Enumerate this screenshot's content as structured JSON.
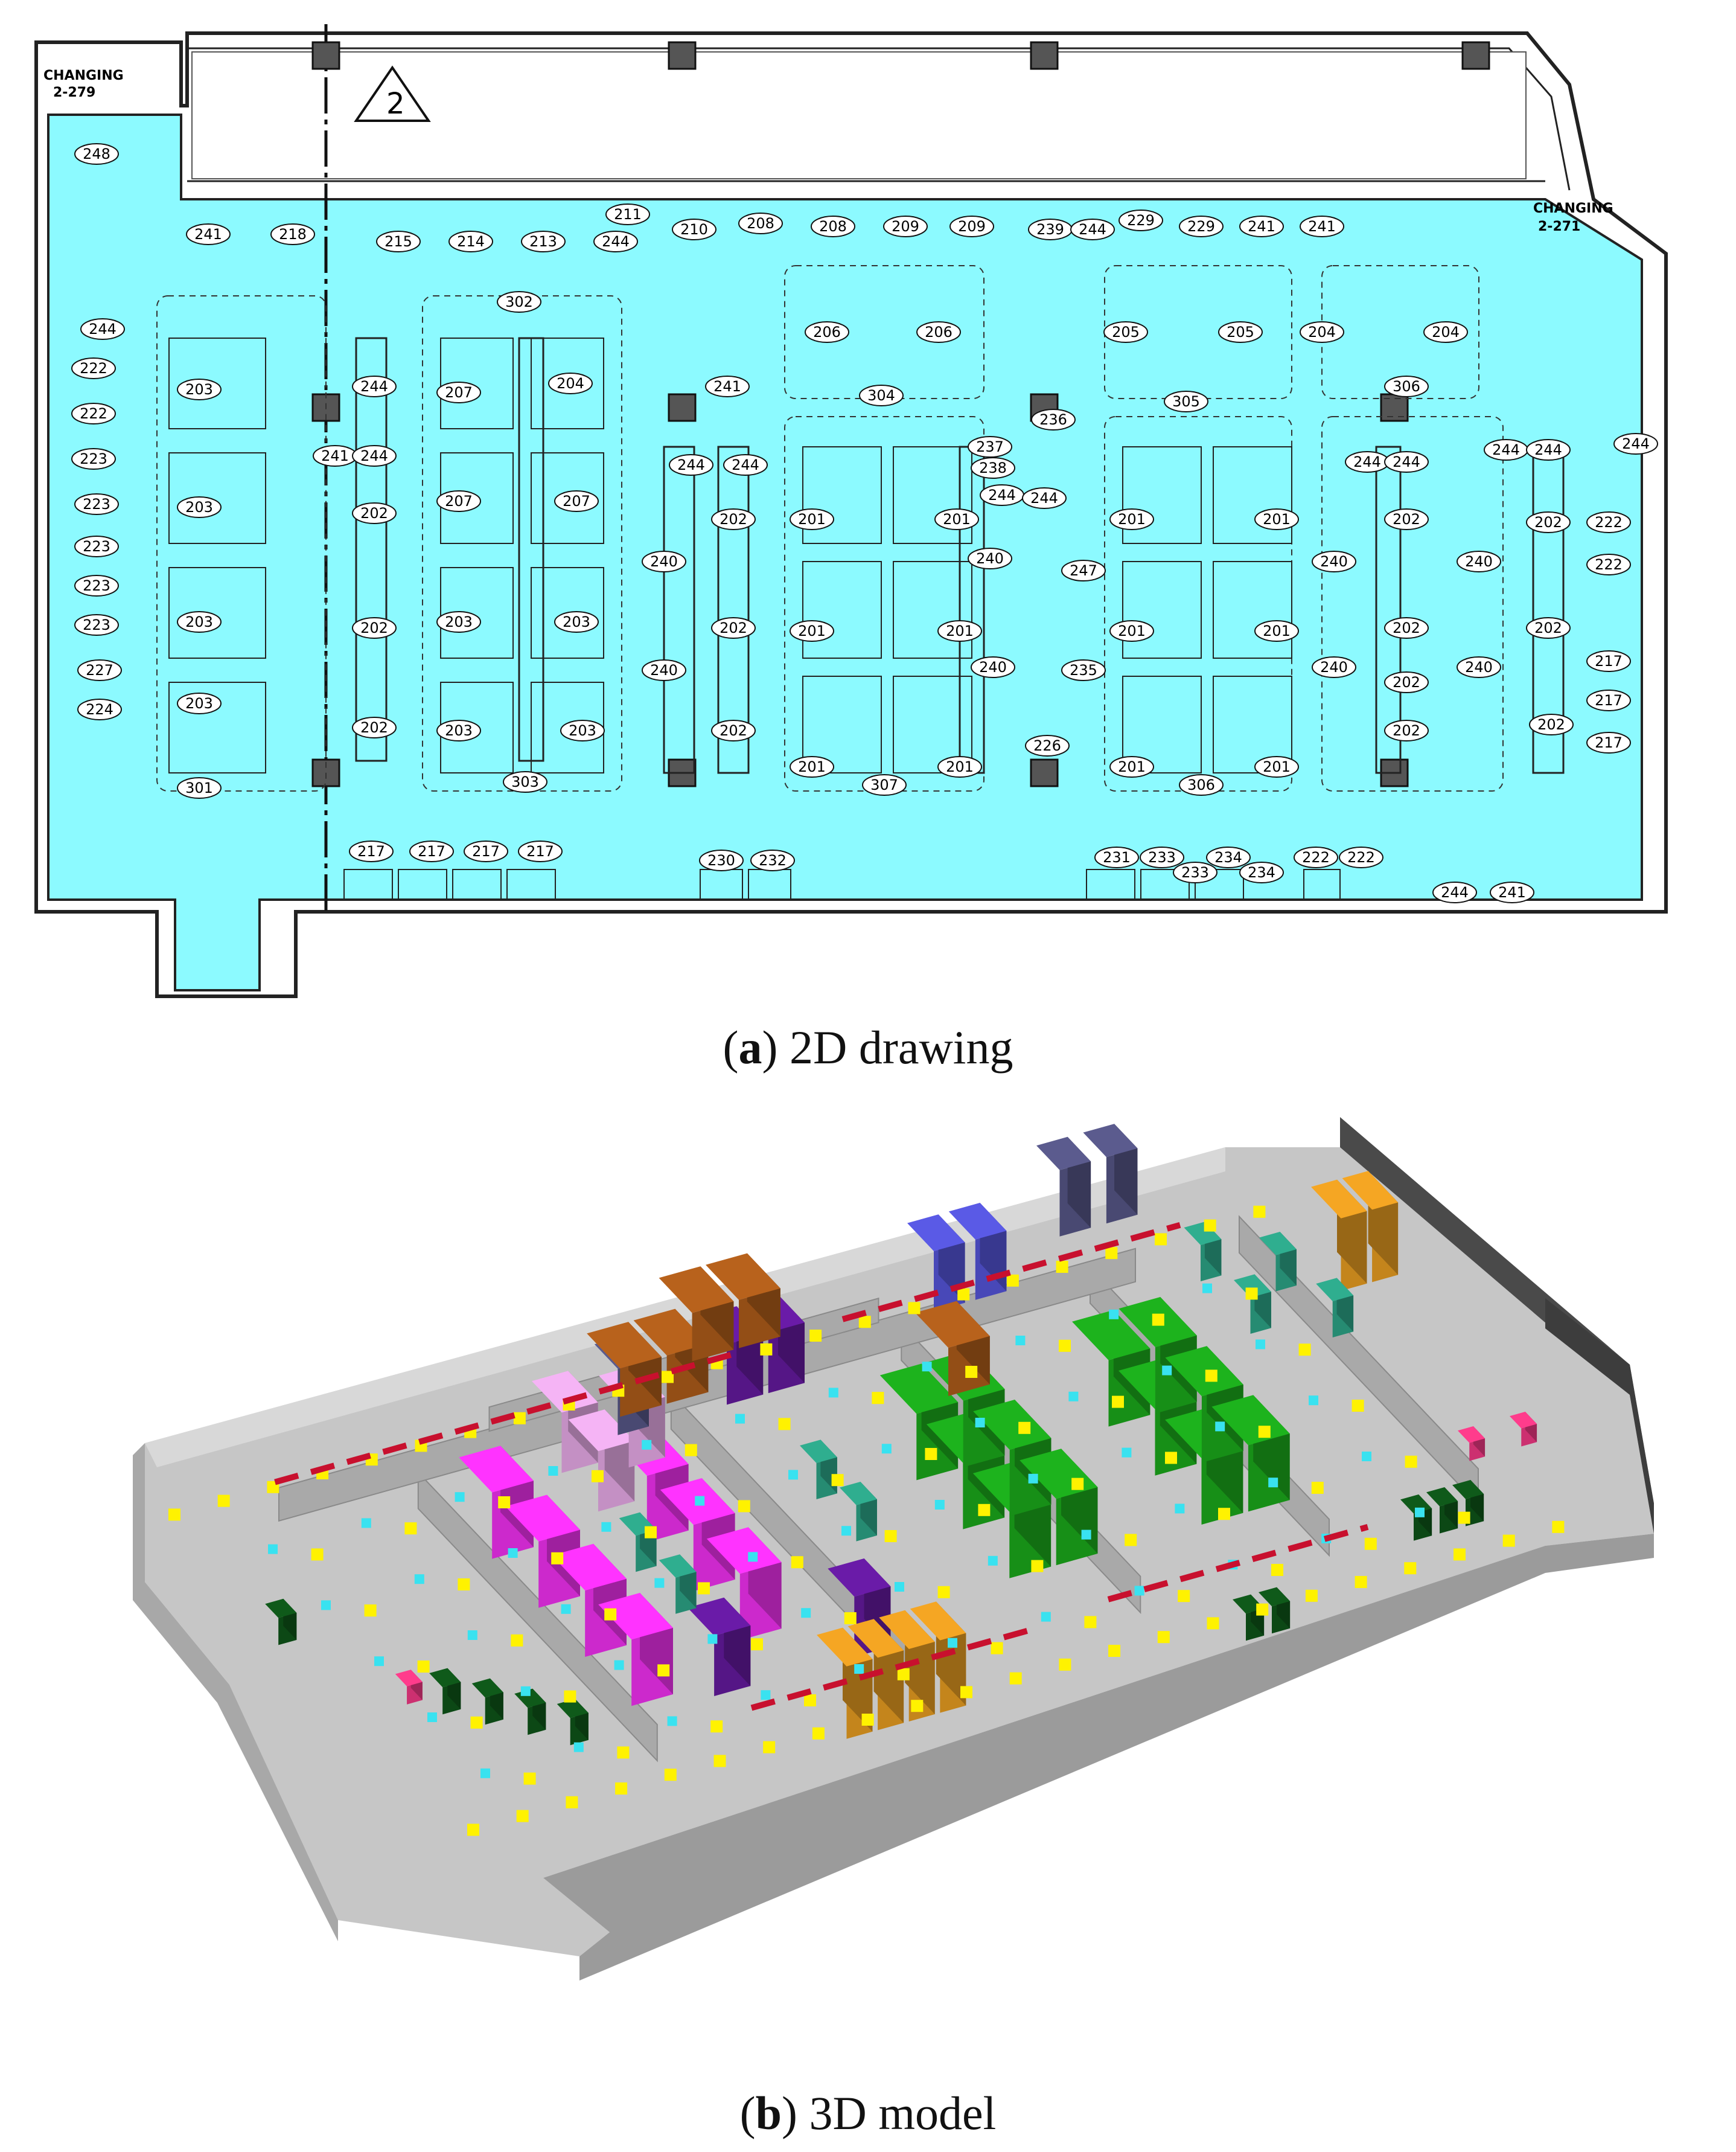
{
  "panel_a": {
    "caption_letter": "a",
    "caption_text": "2D drawing",
    "room_labels": {
      "changing_left": "CHANGING",
      "changing_left_number": "2-279",
      "changing_right": "CHANGING",
      "changing_right_number": "2-271",
      "revision_mark": "2"
    },
    "tag_labels": [
      "248",
      "241",
      "218",
      "215",
      "214",
      "213",
      "244",
      "211",
      "210",
      "208",
      "208",
      "209",
      "209",
      "239",
      "244",
      "229",
      "229",
      "241",
      "241",
      "244",
      "222",
      "222",
      "223",
      "223",
      "223",
      "223",
      "223",
      "227",
      "224",
      "203",
      "203",
      "203",
      "203",
      "301",
      "244",
      "241",
      "244",
      "202",
      "202",
      "202",
      "302",
      "207",
      "204",
      "207",
      "207",
      "203",
      "203",
      "203",
      "203",
      "303",
      "241",
      "244",
      "244",
      "240",
      "240",
      "202",
      "202",
      "202",
      "206",
      "206",
      "304",
      "201",
      "201",
      "201",
      "201",
      "201",
      "201",
      "307",
      "236",
      "237",
      "238",
      "244",
      "240",
      "240",
      "244",
      "247",
      "235",
      "226",
      "205",
      "205",
      "305",
      "201",
      "201",
      "201",
      "201",
      "201",
      "201",
      "306",
      "204",
      "204",
      "306",
      "244",
      "244",
      "240",
      "240",
      "202",
      "202",
      "202",
      "202",
      "244",
      "244",
      "244",
      "240",
      "240",
      "202",
      "202",
      "202",
      "222",
      "222",
      "217",
      "217",
      "217",
      "217",
      "217",
      "217",
      "217",
      "230",
      "232",
      "231",
      "233",
      "233",
      "234",
      "234",
      "222",
      "222",
      "244",
      "241"
    ]
  },
  "panel_b": {
    "caption_letter": "b",
    "caption_text": "3D model"
  },
  "colors": {
    "floor_cyan": "#8cfaff",
    "floor_grey": "#c6c6c6",
    "wall_dark": "#5a5a5a",
    "marker_yellow": "#fff200",
    "marker_cyan": "#39e2f0",
    "red_strip": "#c8102e",
    "green_block": "#1db31d",
    "dark_green": "#0f5a1a",
    "magenta_block": "#ff33ff",
    "pink_block": "#f5b4f5",
    "purple_block": "#6a1ba8",
    "blue_block": "#5a5ae6",
    "slate_block": "#5b5b8e",
    "teal_block": "#2fae8f",
    "brown_block": "#b8621c",
    "orange_block": "#f5a623",
    "hot_pink": "#ff3c8c"
  }
}
